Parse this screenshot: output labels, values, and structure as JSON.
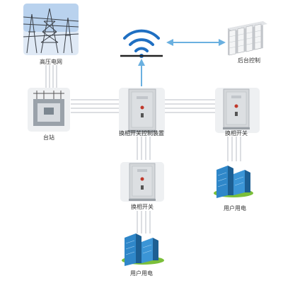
{
  "nodes": {
    "hv_grid": {
      "label": "高压电网"
    },
    "backend": {
      "label": "后台控制"
    },
    "substation": {
      "label": "台站"
    },
    "controller": {
      "label": "换相开关控制装置"
    },
    "switch_right": {
      "label": "换相开关"
    },
    "switch_mid": {
      "label": "换相开关"
    },
    "users_right": {
      "label": "用户用电"
    },
    "users_bottom": {
      "label": "用户用电"
    }
  },
  "colors": {
    "arrow": "#6ab0e0",
    "lines": "#b9bec4",
    "wifi": "#1f6fc2",
    "cabinet": "#d4d7da",
    "building": "#2f87c9",
    "grass": "#7bbf3a"
  }
}
